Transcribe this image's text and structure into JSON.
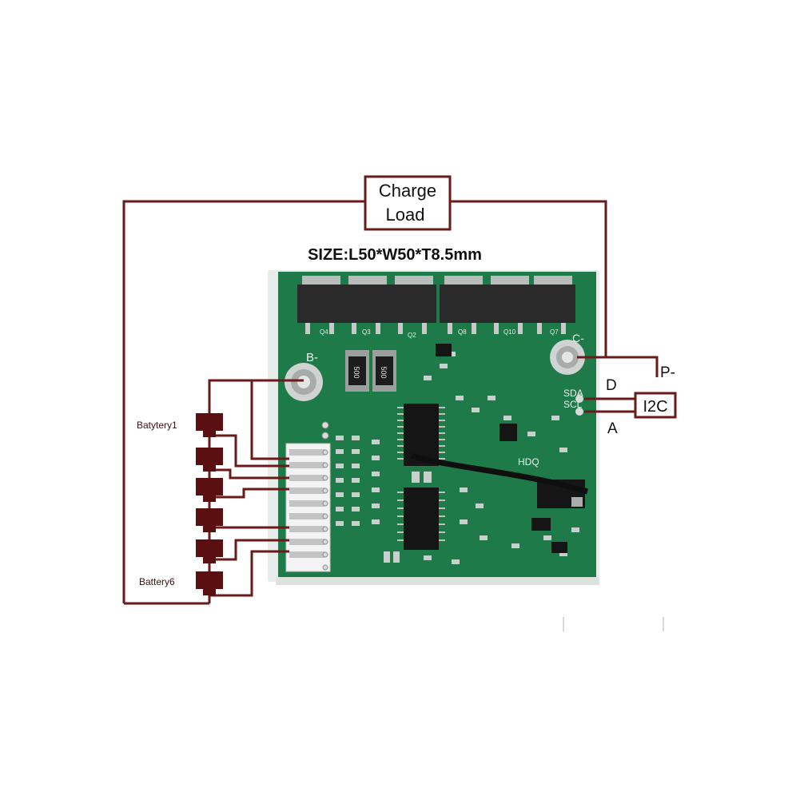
{
  "load_box": {
    "line1": "Charge",
    "line2": "Load"
  },
  "size_label": "SIZE:L50*W50*T8.5mm",
  "pcb": {
    "b_minus": "B-",
    "c_minus": "C-",
    "sda": "SDA",
    "scl": "SCL",
    "hdq": "HDQ",
    "shunt_1": "500",
    "shunt_2": "500",
    "mosfet_labels": [
      "Q4",
      "Q3",
      "Q2",
      "Q8",
      "Q10",
      "Q7"
    ]
  },
  "terminals": {
    "p_minus": "P-",
    "d": "D",
    "a": "A",
    "i2c": "I2C"
  },
  "batteries": {
    "first_label": "Batytery1",
    "last_label": "Battery6",
    "count": 6
  },
  "colors": {
    "wire": "#6b1a1a",
    "battery": "#5a1010",
    "pcb": "#1f7a4a",
    "pcb_dark": "#145a35",
    "mosfet": "#2a2a2a"
  }
}
